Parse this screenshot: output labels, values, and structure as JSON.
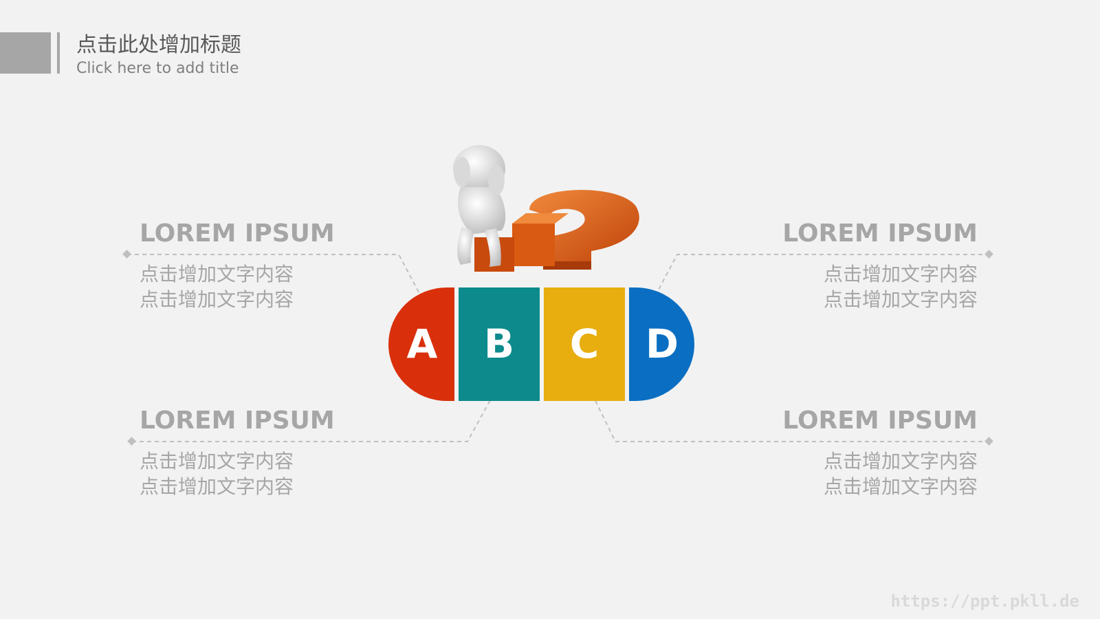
{
  "header": {
    "title": "点击此处增加标题",
    "subtitle": "Click here to add title"
  },
  "segments": [
    {
      "letter": "A",
      "color": "#d9300b"
    },
    {
      "letter": "B",
      "color": "#0c8a8c"
    },
    {
      "letter": "C",
      "color": "#e8ad0e"
    },
    {
      "letter": "D",
      "color": "#0a6fc2"
    }
  ],
  "callouts": {
    "top_left": {
      "heading": "LOREM IPSUM",
      "lines": [
        "点击增加文字内容",
        "点击增加文字内容"
      ]
    },
    "top_right": {
      "heading": "LOREM IPSUM",
      "lines": [
        "点击增加文字内容",
        "点击增加文字内容"
      ]
    },
    "bottom_left": {
      "heading": "LOREM IPSUM",
      "lines": [
        "点击增加文字内容",
        "点击增加文字内容"
      ]
    },
    "bottom_right": {
      "heading": "LOREM IPSUM",
      "lines": [
        "点击增加文字内容",
        "点击增加文字内容"
      ]
    }
  },
  "colors": {
    "accent_gray": "#a6a6a6",
    "question_mark": "#e0621a",
    "figure": "#e6e6e6"
  },
  "watermark": "https://ppt.pkll.de"
}
